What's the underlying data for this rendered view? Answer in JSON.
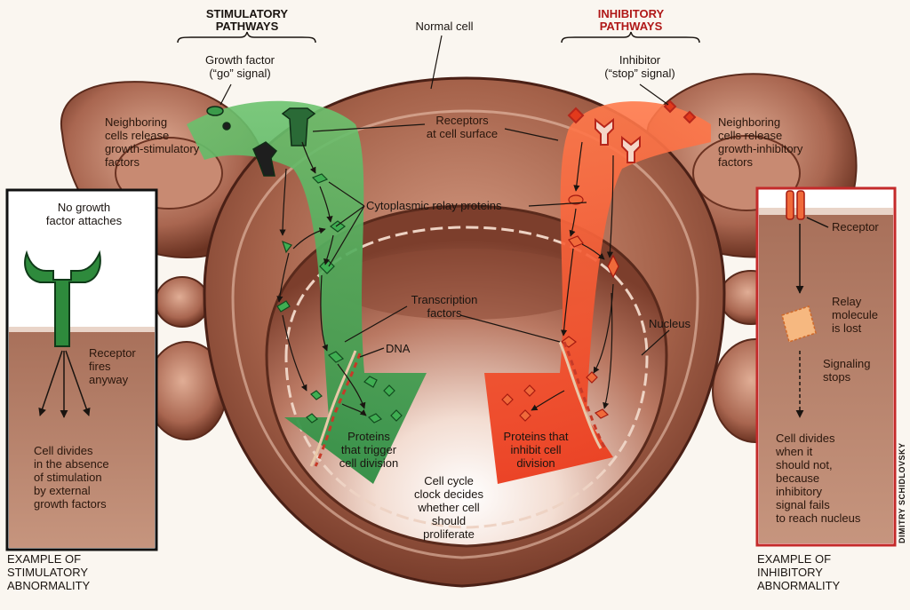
{
  "headers": {
    "stimulatory": "STIMULATORY\nPATHWAYS",
    "inhibitory": "INHIBITORY\nPATHWAYS",
    "normal_cell": "Normal cell"
  },
  "labels": {
    "growth_factor": "Growth factor\n(“go” signal)",
    "inhibitor": "Inhibitor\n(“stop” signal)",
    "neighbor_stim": "Neighboring\ncells release\ngrowth-stimulatory\nfactors",
    "neighbor_inhib": "Neighboring\ncells release\ngrowth-inhibitory\nfactors",
    "receptors": "Receptors\nat cell surface",
    "relay": "Cytoplasmic relay proteins",
    "transcription": "Transcription\nfactors",
    "dna": "DNA",
    "nucleus": "Nucleus",
    "proteins_trigger": "Proteins\nthat trigger\ncell division",
    "proteins_inhibit": "Proteins that\ninhibit cell\ndivision",
    "cycle_clock": "Cell cycle\nclock decides\nwhether cell\nshould\nproliferate"
  },
  "left_inset": {
    "no_growth": "No growth\nfactor attaches",
    "receptor_fires": "Receptor\nfires\nanyway",
    "divides": "Cell divides\nin the absence\nof stimulation\nby external\ngrowth factors",
    "caption": "EXAMPLE OF\nSTIMULATORY\nABNORMALITY"
  },
  "right_inset": {
    "receptor": "Receptor",
    "relay_lost": "Relay\nmolecule\nis lost",
    "signaling_stops": "Signaling\nstops",
    "divides": "Cell divides\nwhen it\nshould not,\nbecause\ninhibitory\nsignal fails\nto reach nucleus",
    "caption": "EXAMPLE OF\nINHIBITORY\nABNORMALITY"
  },
  "credit": "DIMITRY SCHIDLOVSKY",
  "colors": {
    "stimulatory_header": "#1a1a1a",
    "inhibitory_header": "#b01818",
    "cell_brown": "#9c5a44",
    "green_pathway": "#3fa050",
    "red_pathway": "#f04a28",
    "inset_border_left": "#111111",
    "inset_border_right": "#c42a2a"
  }
}
